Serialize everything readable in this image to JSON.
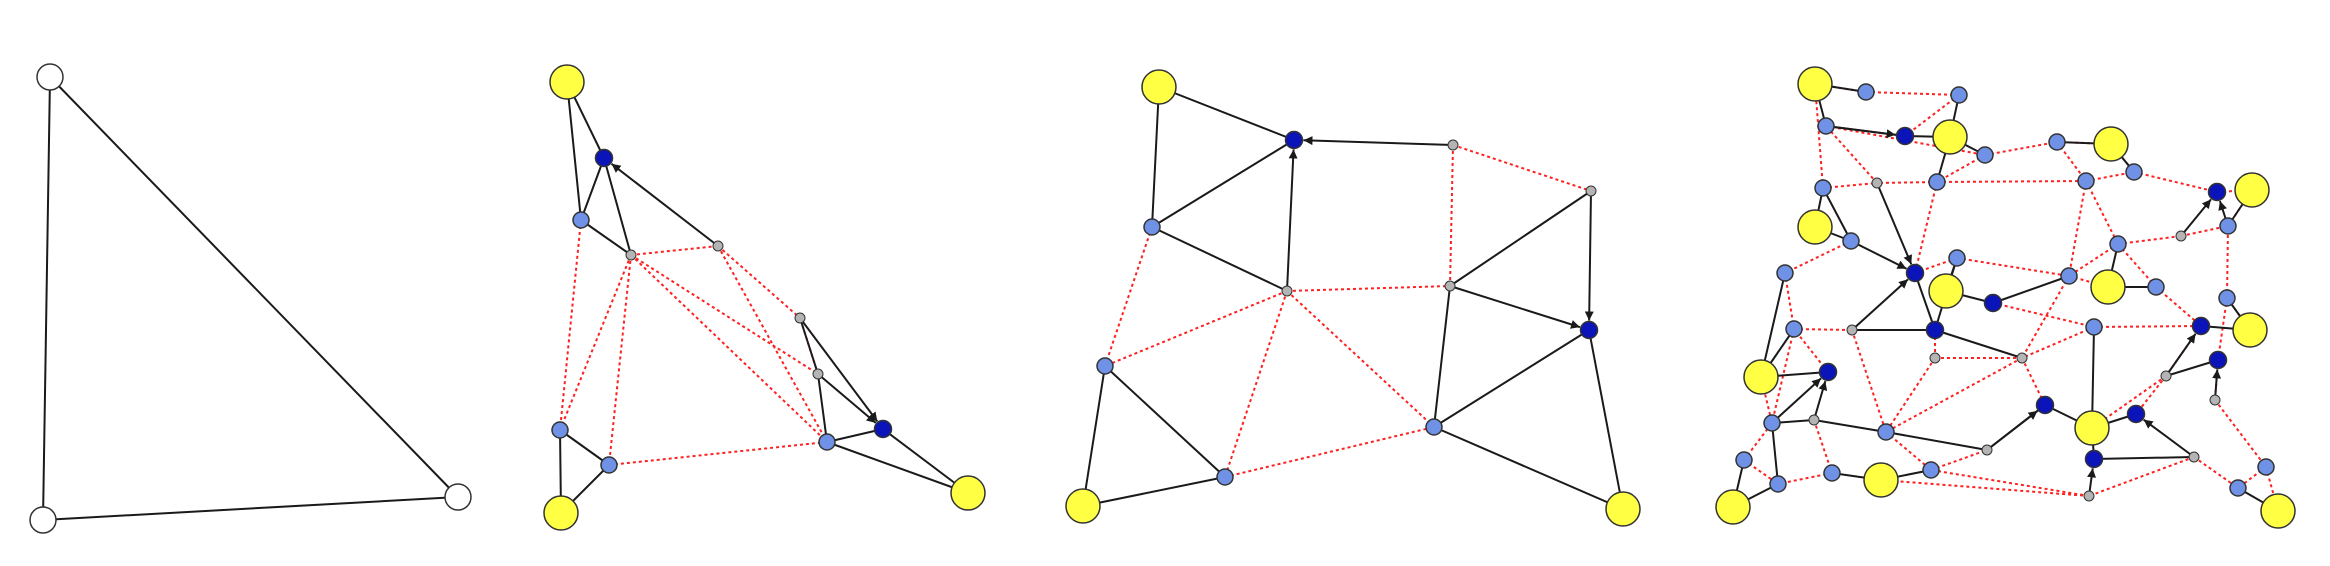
{
  "colors": {
    "background": "#ffffff",
    "node_white": "#ffffff",
    "node_yellow": "#ffff44",
    "node_light_blue": "#6f92e6",
    "node_dark_blue": "#0a14b8",
    "node_gray": "#b4b4b4",
    "node_stroke": "#333333",
    "edge_solid": "#1a1a1a",
    "edge_dotted": "#ff2020"
  },
  "panels": [
    {
      "id": "panel-1"
    },
    {
      "id": "panel-2"
    },
    {
      "id": "panel-3"
    },
    {
      "id": "panel-4"
    }
  ]
}
